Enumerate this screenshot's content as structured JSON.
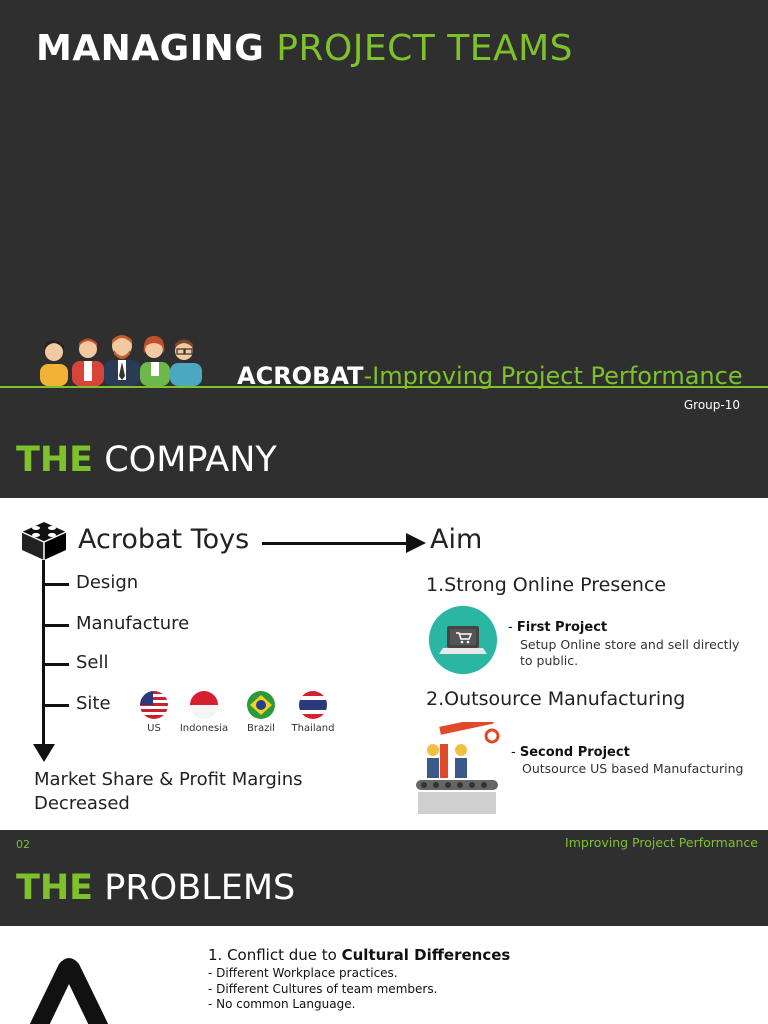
{
  "slide1": {
    "title_bold": "MANAGING",
    "title_rest": "PROJECT TEAMS",
    "subtitle_bold": "ACROBAT",
    "subtitle_rest": "-Improving Project Performance",
    "group": "Group-10"
  },
  "slide2": {
    "title_bold": "THE",
    "title_rest": "COMPANY",
    "company": "Acrobat Toys",
    "aim_label": "Aim",
    "branches": [
      "Design",
      "Manufacture",
      "Sell",
      "Site"
    ],
    "sites": [
      "US",
      "Indonesia",
      "Brazil",
      "Thailand"
    ],
    "result": "Market Share & Profit Margins Decreased",
    "aim1": "1.Strong Online Presence",
    "project1_prefix": "- ",
    "project1_title": "First Project",
    "project1_desc": "Setup Online store and sell directly to public.",
    "aim2": "2.Outsource Manufacturing",
    "project2_prefix": "- ",
    "project2_title": "Second Project",
    "project2_desc": "Outsource US based Manufacturing",
    "page_number": "02",
    "footer_tag": "Improving Project Performance"
  },
  "slide3": {
    "title_bold": "THE",
    "title_rest": "PROBLEMS",
    "problem1_prefix": "1. Conflict due to ",
    "problem1_bold": "Cultural Differences",
    "items": [
      "- Different Workplace practices.",
      "- Different Cultures of team members.",
      "- No common Language."
    ]
  },
  "colors": {
    "accent": "#7dc22b",
    "dark_bg": "#2f2f2f",
    "teal": "#2bb6a4"
  }
}
